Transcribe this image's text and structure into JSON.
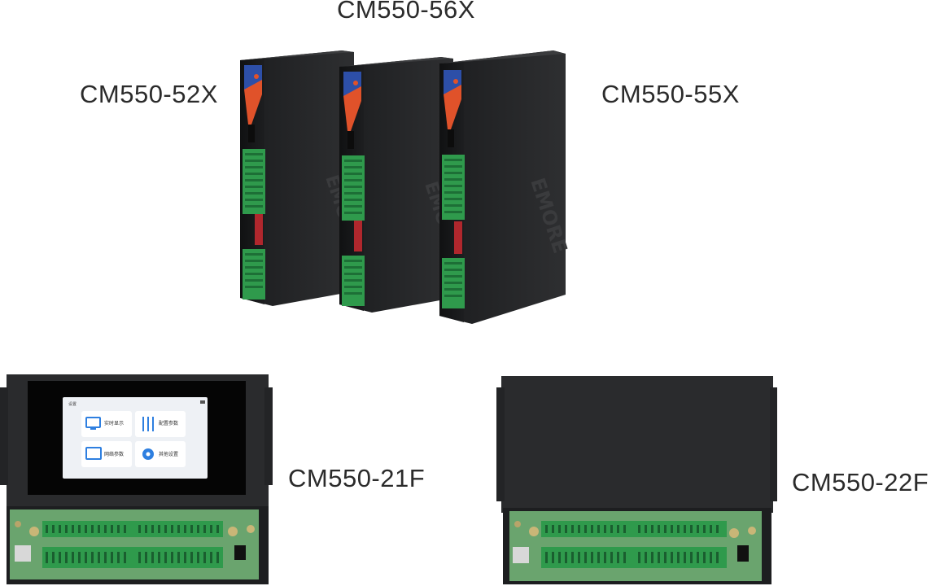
{
  "products": {
    "cm550_56x": {
      "label": "CM550-56X"
    },
    "cm550_52x": {
      "label": "CM550-52X"
    },
    "cm550_55x": {
      "label": "CM550-55X"
    },
    "cm550_21f": {
      "label": "CM550-21F"
    },
    "cm550_22f": {
      "label": "CM550-22F"
    }
  },
  "device_brand": "EMORE",
  "screen": {
    "title": "设置",
    "tiles": [
      {
        "label": "实时显示",
        "icon": "monitor-icon"
      },
      {
        "label": "配置参数",
        "icon": "sliders-icon"
      },
      {
        "label": "网络参数",
        "icon": "network-icon"
      },
      {
        "label": "其他设置",
        "icon": "gear-icon"
      }
    ]
  },
  "colors": {
    "housing": "#2a2b2d",
    "terminal_green": "#2f9a4c",
    "pcb_green": "#6aa46e",
    "label_blue": "#2d4fa8",
    "label_orange": "#e0522a",
    "screen_accent": "#2e7fe0"
  }
}
